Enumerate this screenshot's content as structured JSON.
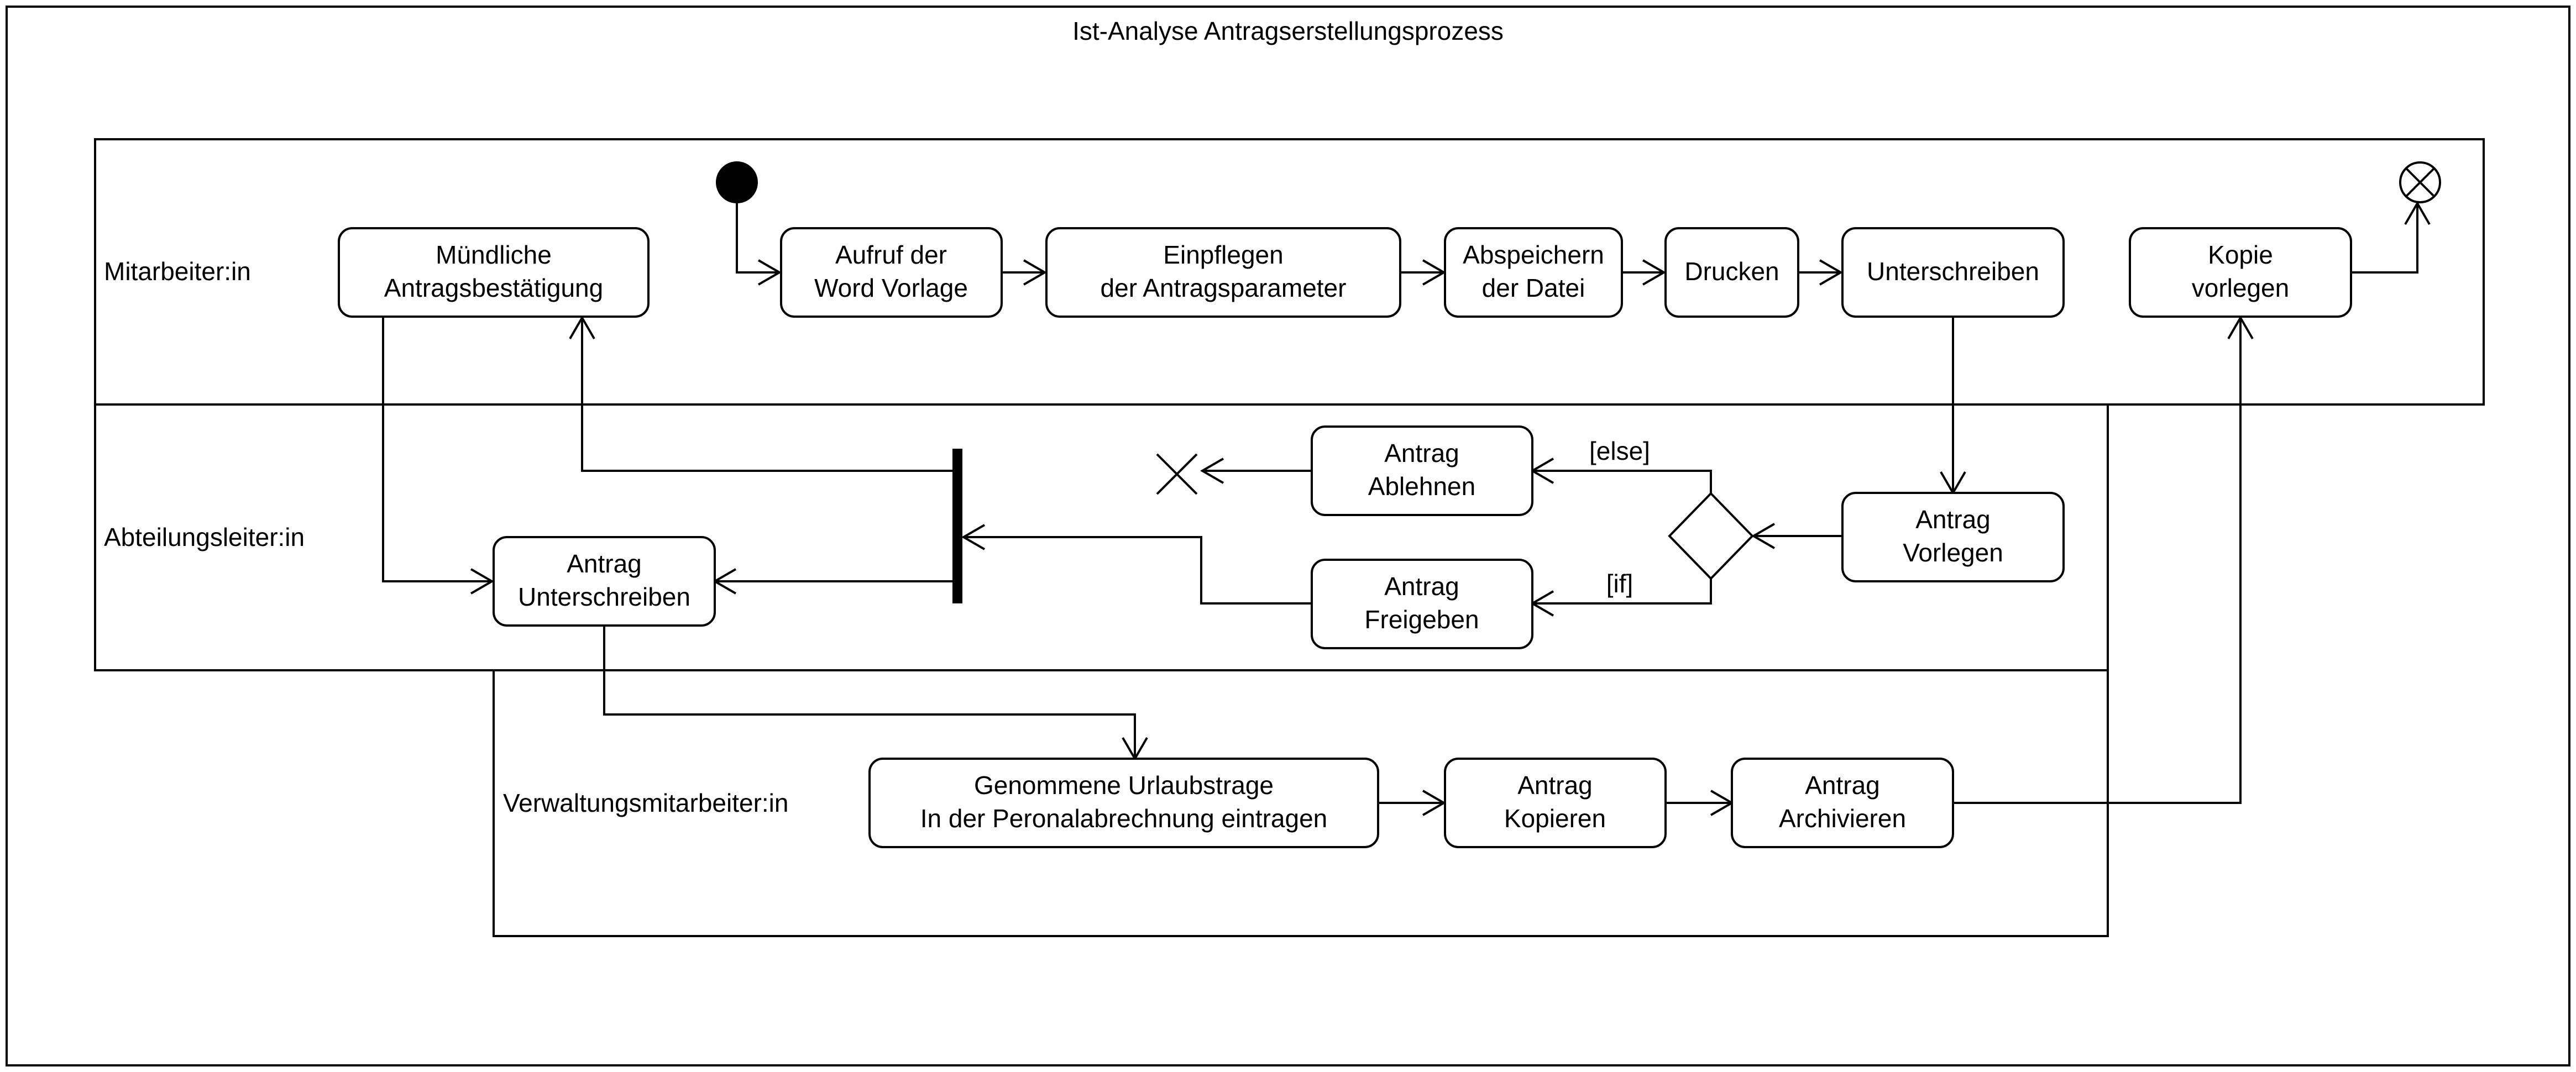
{
  "title": "Ist-Analyse Antragserstellungsprozess",
  "lanes": {
    "mitarbeiter": "Mitarbeiter:in",
    "abteilungsleiter": "Abteilungsleiter:in",
    "verwaltung": "Verwaltungsmitarbeiter:in"
  },
  "nodes": {
    "muendliche": [
      "Mündliche",
      "Antragsbestätigung"
    ],
    "aufruf": [
      "Aufruf der",
      "Word Vorlage"
    ],
    "einpflegen": [
      "Einpflegen",
      "der Antragsparameter"
    ],
    "abspeichern": [
      "Abspeichern",
      "der Datei"
    ],
    "drucken": [
      "Drucken"
    ],
    "unterschreiben": [
      "Unterschreiben"
    ],
    "kopie": [
      "Kopie",
      "vorlegen"
    ],
    "ablehnen": [
      "Antrag",
      "Ablehnen"
    ],
    "freigeben": [
      "Antrag",
      "Freigeben"
    ],
    "vorlegen": [
      "Antrag",
      "Vorlegen"
    ],
    "al_unterschreiben": [
      "Antrag",
      "Unterschreiben"
    ],
    "urlaub": [
      "Genommene Urlaubstrage",
      "In der Peronalabrechnung eintragen"
    ],
    "kopieren": [
      "Antrag",
      "Kopieren"
    ],
    "archivieren": [
      "Antrag",
      "Archivieren"
    ]
  },
  "guards": {
    "else": "[else]",
    "if": "[if]"
  }
}
